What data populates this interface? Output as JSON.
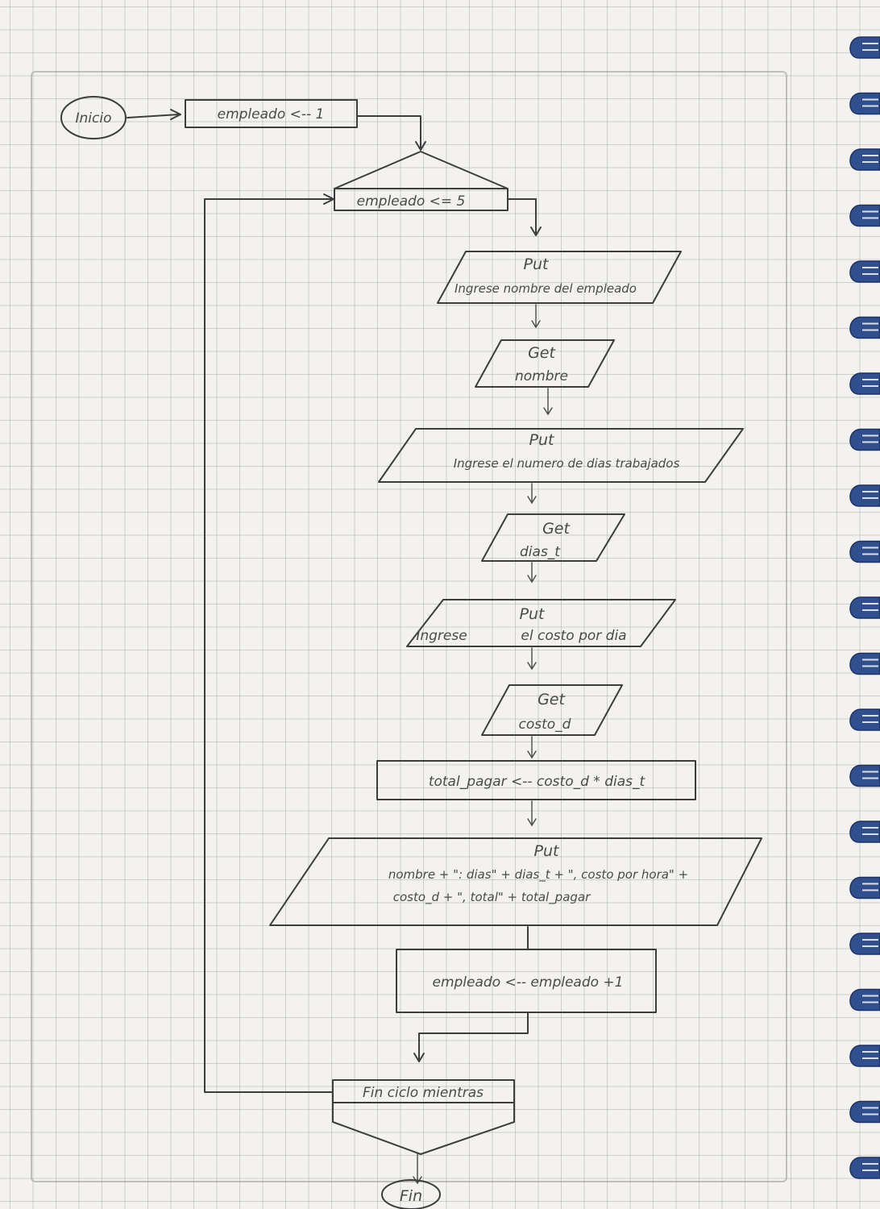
{
  "diagram": {
    "start": {
      "label": "Inicio"
    },
    "init": {
      "label": "empleado <-- 1"
    },
    "loop": {
      "label": "empleado <= 5"
    },
    "put_nombre": {
      "keyword": "Put",
      "text": "Ingrese nombre del empleado"
    },
    "get_nombre": {
      "keyword": "Get",
      "text": "nombre"
    },
    "put_dias": {
      "keyword": "Put",
      "text": "Ingrese el numero de dias trabajados"
    },
    "get_dias": {
      "keyword": "Get",
      "text": "dias_t"
    },
    "put_costo": {
      "keyword": "Put",
      "text_left": "Ingrese",
      "text_right": "el costo por dia"
    },
    "get_costo": {
      "keyword": "Get",
      "text": "costo_d"
    },
    "calc": {
      "label": "total_pagar <-- costo_d * dias_t"
    },
    "put_resultado": {
      "keyword": "Put",
      "line1": "nombre + \": dias\" + dias_t + \", costo por hora\" +",
      "line2": "costo_d + \", total\" + total_pagar"
    },
    "increment": {
      "label": "empleado <-- empleado +1"
    },
    "end_loop": {
      "label": "Fin ciclo mientras"
    },
    "end": {
      "label": "Fin"
    }
  },
  "colors": {
    "ink": "#3d3d3d",
    "grid": "#8c9096",
    "paper": "#f3f2ee",
    "spiral": "#2f4f8f"
  }
}
